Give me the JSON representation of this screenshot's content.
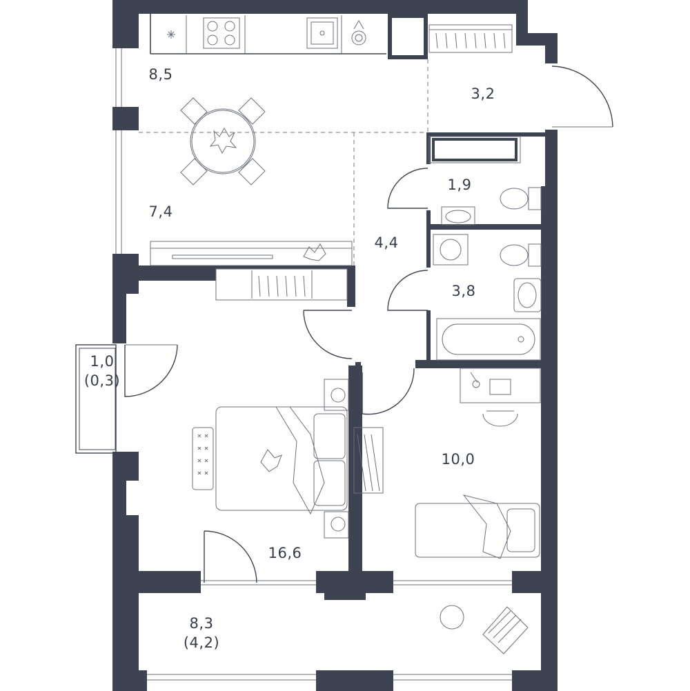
{
  "rooms": {
    "kitchen": "8,5",
    "storage": "3,2",
    "living": "7,4",
    "wc": "1,9",
    "hall": "4,4",
    "bathroom": "3,8",
    "balcony_small_area": "1,0",
    "balcony_small_reduced": "(0,3)",
    "bedroom_child": "10,0",
    "bedroom_main": "16,6",
    "balcony_large_area": "8,3",
    "balcony_large_reduced": "(4,2)"
  },
  "colors": {
    "wall": "#3d4350",
    "line": "#3d4350",
    "text": "#353c48",
    "background": "#ffffff"
  }
}
